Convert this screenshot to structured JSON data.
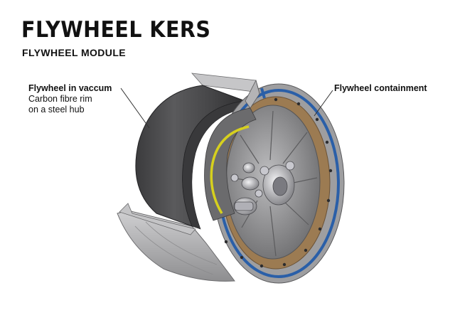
{
  "header": {
    "title": "FLYWHEEL KERS",
    "subtitle": "FLYWHEEL MODULE"
  },
  "callouts": {
    "flywheel": {
      "heading": "Flywheel in vaccum",
      "line1": "Carbon fibre rim",
      "line2": "on a steel hub"
    },
    "containment": {
      "heading": "Flywheel containment"
    }
  },
  "colors": {
    "rim_dark": "#4a4a4c",
    "casing_grey": "#a9a9ab",
    "bronze_ring": "#9c7b52",
    "blue_seal": "#2a5fa8",
    "yellow_hub_ring": "#d6d01e"
  }
}
